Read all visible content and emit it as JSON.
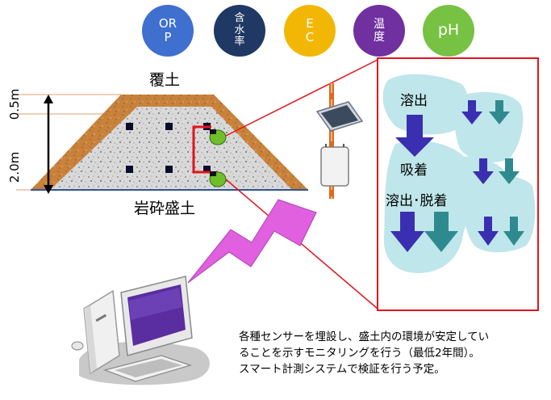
{
  "sensors": [
    {
      "line1": "OR",
      "line2": "P",
      "color": "#3f6fcf"
    },
    {
      "line1": "含",
      "line2": "水",
      "line3": "率",
      "color": "#1f3864"
    },
    {
      "line1": "E",
      "line2": "C",
      "color": "#f2b705"
    },
    {
      "line1": "温",
      "line2": "度",
      "color": "#7030a0"
    },
    {
      "line1": "pH",
      "color": "#77c143"
    }
  ],
  "embankment": {
    "cover_label": "覆土",
    "fill_label": "岩砕盛土",
    "dim_top": "0.5m",
    "dim_bottom": "2.0m"
  },
  "panel": {
    "label_dissolve": "溶出",
    "label_adsorb": "吸着",
    "label_both": "溶出･脱着"
  },
  "description": {
    "line1": "各種センサーを埋設し、盛土内の環境が安定してい",
    "line2": "ることを示すモニタリングを行う（最低2年間）。",
    "line3": "スマート計測システムで検証を行う予定。"
  },
  "colors": {
    "panel_border": "#e3141b",
    "arrow_blue": "#3a2fb0",
    "arrow_teal": "#2f8a90",
    "blob": "#bfe6ea",
    "signal": "#e060e0"
  }
}
